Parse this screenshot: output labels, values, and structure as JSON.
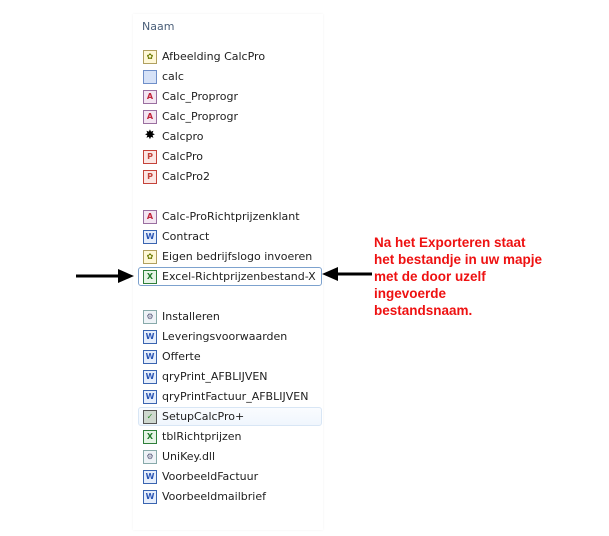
{
  "header": {
    "column_name": "Naam"
  },
  "files": [
    {
      "label": "Afbeelding CalcPro",
      "icon": "image-file-icon",
      "kind": "img",
      "glyph": "✿"
    },
    {
      "label": "calc",
      "icon": "calculator-file-icon",
      "kind": "calc",
      "glyph": ""
    },
    {
      "label": "Calc_Proprogr",
      "icon": "access-file-icon",
      "kind": "pdf",
      "glyph": "A"
    },
    {
      "label": "Calc_Proprogr",
      "icon": "access-file-icon",
      "kind": "pdf",
      "glyph": "A"
    },
    {
      "label": "Calcpro",
      "icon": "application-icon",
      "kind": "star",
      "glyph": "✸"
    },
    {
      "label": "CalcPro",
      "icon": "powerpoint-file-icon",
      "kind": "ppt",
      "glyph": "P"
    },
    {
      "label": "CalcPro2",
      "icon": "powerpoint-file-icon",
      "kind": "ppt",
      "glyph": "P"
    },
    {
      "label": "Calc-ProRichtprijzenklant",
      "icon": "access-file-icon",
      "kind": "pdf",
      "glyph": "A"
    },
    {
      "label": "Contract",
      "icon": "word-file-icon",
      "kind": "word",
      "glyph": "W"
    },
    {
      "label": "Eigen bedrijfslogo invoeren",
      "icon": "image-file-icon",
      "kind": "img",
      "glyph": "✿"
    },
    {
      "label": "Excel-Richtprijzenbestand-X",
      "icon": "excel-file-icon",
      "kind": "excel",
      "glyph": "X",
      "state": "sel"
    },
    {
      "label": "Installeren",
      "icon": "settings-file-icon",
      "kind": "gear",
      "glyph": "⚙"
    },
    {
      "label": "Leveringsvoorwaarden",
      "icon": "word-file-icon",
      "kind": "word",
      "glyph": "W"
    },
    {
      "label": "Offerte",
      "icon": "word-file-icon",
      "kind": "word",
      "glyph": "W"
    },
    {
      "label": "qryPrint_AFBLIJVEN",
      "icon": "word-file-icon",
      "kind": "word",
      "glyph": "W"
    },
    {
      "label": "qryPrintFactuur_AFBLIJVEN",
      "icon": "word-file-icon",
      "kind": "word",
      "glyph": "W"
    },
    {
      "label": "SetupCalcPro+",
      "icon": "setup-file-icon",
      "kind": "setup",
      "glyph": "✓",
      "state": "hov"
    },
    {
      "label": "tblRichtprijzen",
      "icon": "excel-file-icon",
      "kind": "excel",
      "glyph": "X"
    },
    {
      "label": "UniKey.dll",
      "icon": "dll-file-icon",
      "kind": "gear",
      "glyph": "⚙"
    },
    {
      "label": "VoorbeeldFactuur",
      "icon": "word-file-icon",
      "kind": "word",
      "glyph": "W"
    },
    {
      "label": "Voorbeeldmailbrief",
      "icon": "word-file-icon",
      "kind": "word",
      "glyph": "W"
    }
  ],
  "annotation": {
    "lines": [
      "Na het Exporteren staat",
      "het bestandje in uw mapje",
      "met de door uzelf",
      "ingevoerde",
      "bestandsnaam."
    ],
    "color": "#ee1111"
  }
}
